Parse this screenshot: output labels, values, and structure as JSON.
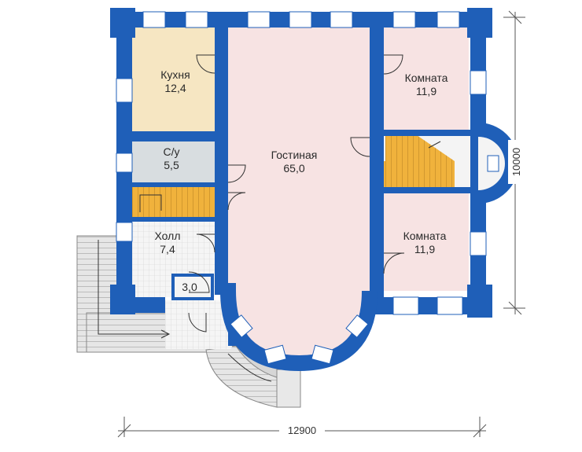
{
  "rooms": {
    "kitchen": {
      "name": "Кухня",
      "area": "12,4"
    },
    "bathroom": {
      "name": "С/у",
      "area": "5,5"
    },
    "living": {
      "name": "Гостиная",
      "area": "65,0"
    },
    "room_top": {
      "name": "Комната",
      "area": "11,9"
    },
    "room_bottom": {
      "name": "Комната",
      "area": "11,9"
    },
    "hall": {
      "name": "Холл",
      "area": "7,4"
    },
    "closet": {
      "area": "3,0"
    }
  },
  "dimensions": {
    "width": "12900",
    "depth": "10000"
  },
  "colors": {
    "wall": "#1f5fb8",
    "window": "#ffffff",
    "kitchen_floor": "#f6e6c2",
    "bathroom_floor": "#d8dde0",
    "living_floor": "#f7e3e3",
    "stairs": "#f0b23c",
    "tile": "#f4f4f4",
    "terrace": "#e7e7e7"
  }
}
